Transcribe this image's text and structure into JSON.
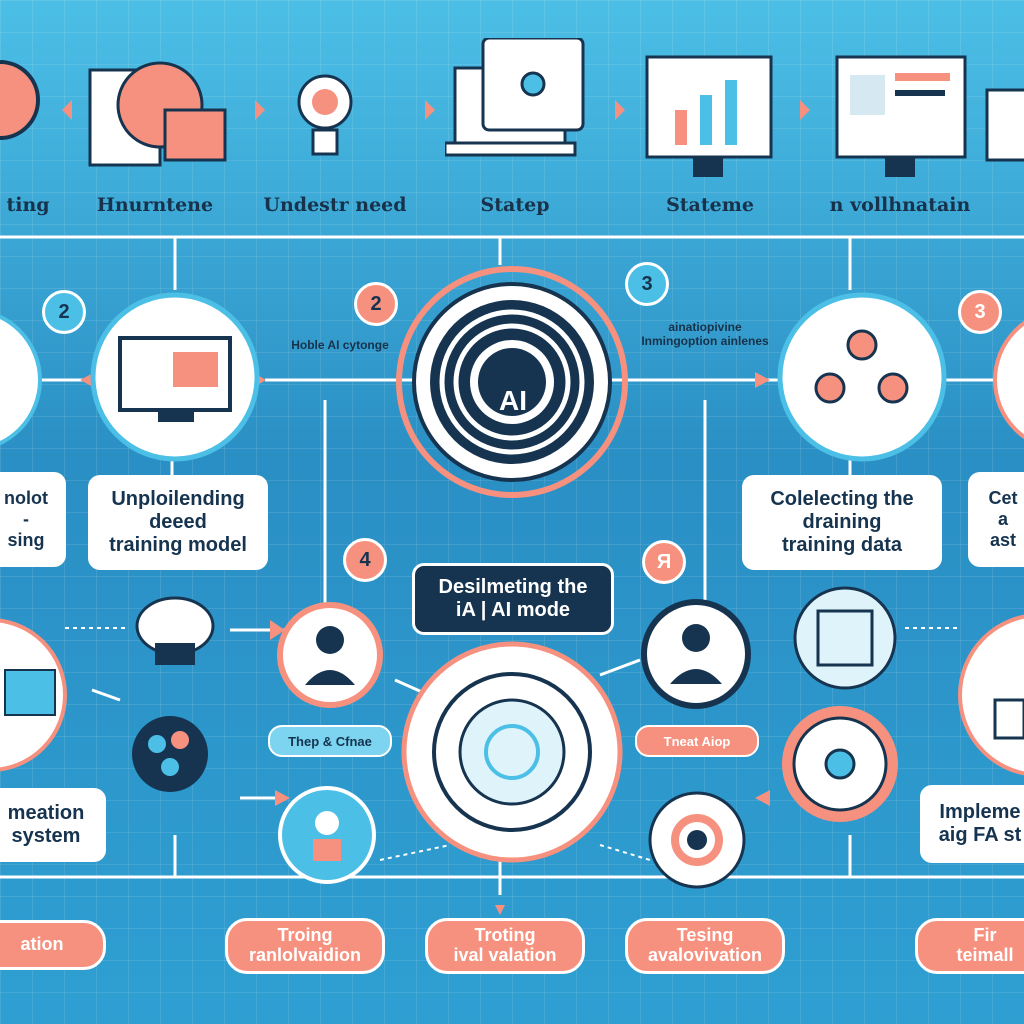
{
  "colors": {
    "accent": "#f7917f",
    "dark": "#16344f",
    "sky": "#4cbfe6",
    "white": "#ffffff"
  },
  "top_row": [
    "ting",
    "Hnurntene",
    "Undestr need",
    "Statep",
    "Stateme",
    "n vollhnatain"
  ],
  "badges": {
    "b1": "2",
    "b2": "2",
    "b3": "3",
    "b4": "3",
    "b5": "4",
    "b6": "Я"
  },
  "center": {
    "label": "AI"
  },
  "notes": {
    "left_mid": "Hoble AI cytonge",
    "right_mid": "ainatiopivine Inmingoption ainlenes",
    "bottom_chip_left": "Thep & Cfnae",
    "bottom_chip_right": "Tneat Aiop"
  },
  "boxes": {
    "left_partial": "nolot\n-\nsing",
    "uploading": "Unploilending deeed\ntraining model",
    "designing": "Desilmeting the\niA | AI mode",
    "collecting": "Colelecting the\ndraining\ntraining data",
    "right_partial": "Cet\na\nast",
    "implementation_left": "meation\nsystem",
    "implementation_right": "Impleme\naig FA st"
  },
  "pills": [
    "ation",
    "Troing\nranlolvaidion",
    "Troting\nival valation",
    "Tesing\navalovivation",
    "Fir\nteimall"
  ]
}
